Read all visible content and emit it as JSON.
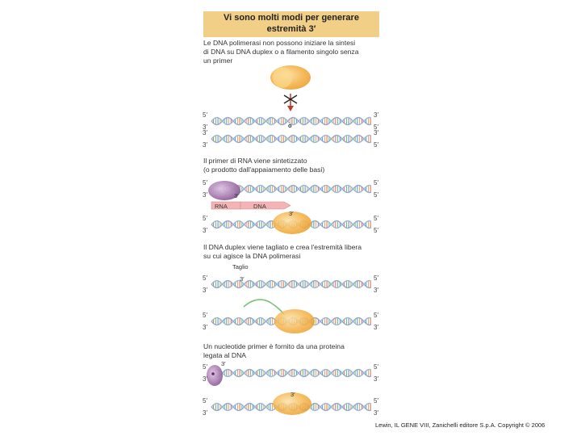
{
  "header": {
    "title_line1": "Vi sono molti modi per generare",
    "title_line2": "estremità 3′"
  },
  "section1": {
    "lines": [
      "Le DNA polimerasi non possono iniziare la sintesi",
      "di DNA su DNA duplex o a filamento singolo senza",
      "un primer"
    ],
    "origin_label": "o"
  },
  "section2": {
    "lines": [
      "Il primer di RNA viene sintetizzato",
      "(o prodotto dall'appaiamento delle basi)"
    ],
    "rna_label": "RNA",
    "dna_label": "DNA",
    "primer_end": "3′",
    "polymerase_end": "3′"
  },
  "section3": {
    "lines": [
      "Il DNA duplex viene tagliato e crea l'estremità libera",
      "su cui agisce la DNA polimerasi"
    ],
    "cut_label": "Taglio",
    "cut_end": "3′"
  },
  "section4": {
    "lines": [
      "Un nucleotide primer è fornito da una proteina",
      "legata al DNA"
    ],
    "protein_end": "3′",
    "polymerase_end": "3′"
  },
  "strand_ends": {
    "five": "5′",
    "three": "3′"
  },
  "colors": {
    "title_bg": "#f1cf86",
    "polymerase": "#f5b248",
    "primase": "#9e6aa6",
    "backbone": "#8fa8cc",
    "rna_arrow": "#f4b3b5"
  },
  "footer": {
    "credit": "Lewin, IL GENE VIII, Zanichelli editore S.p.A. Copyright © 2006"
  }
}
